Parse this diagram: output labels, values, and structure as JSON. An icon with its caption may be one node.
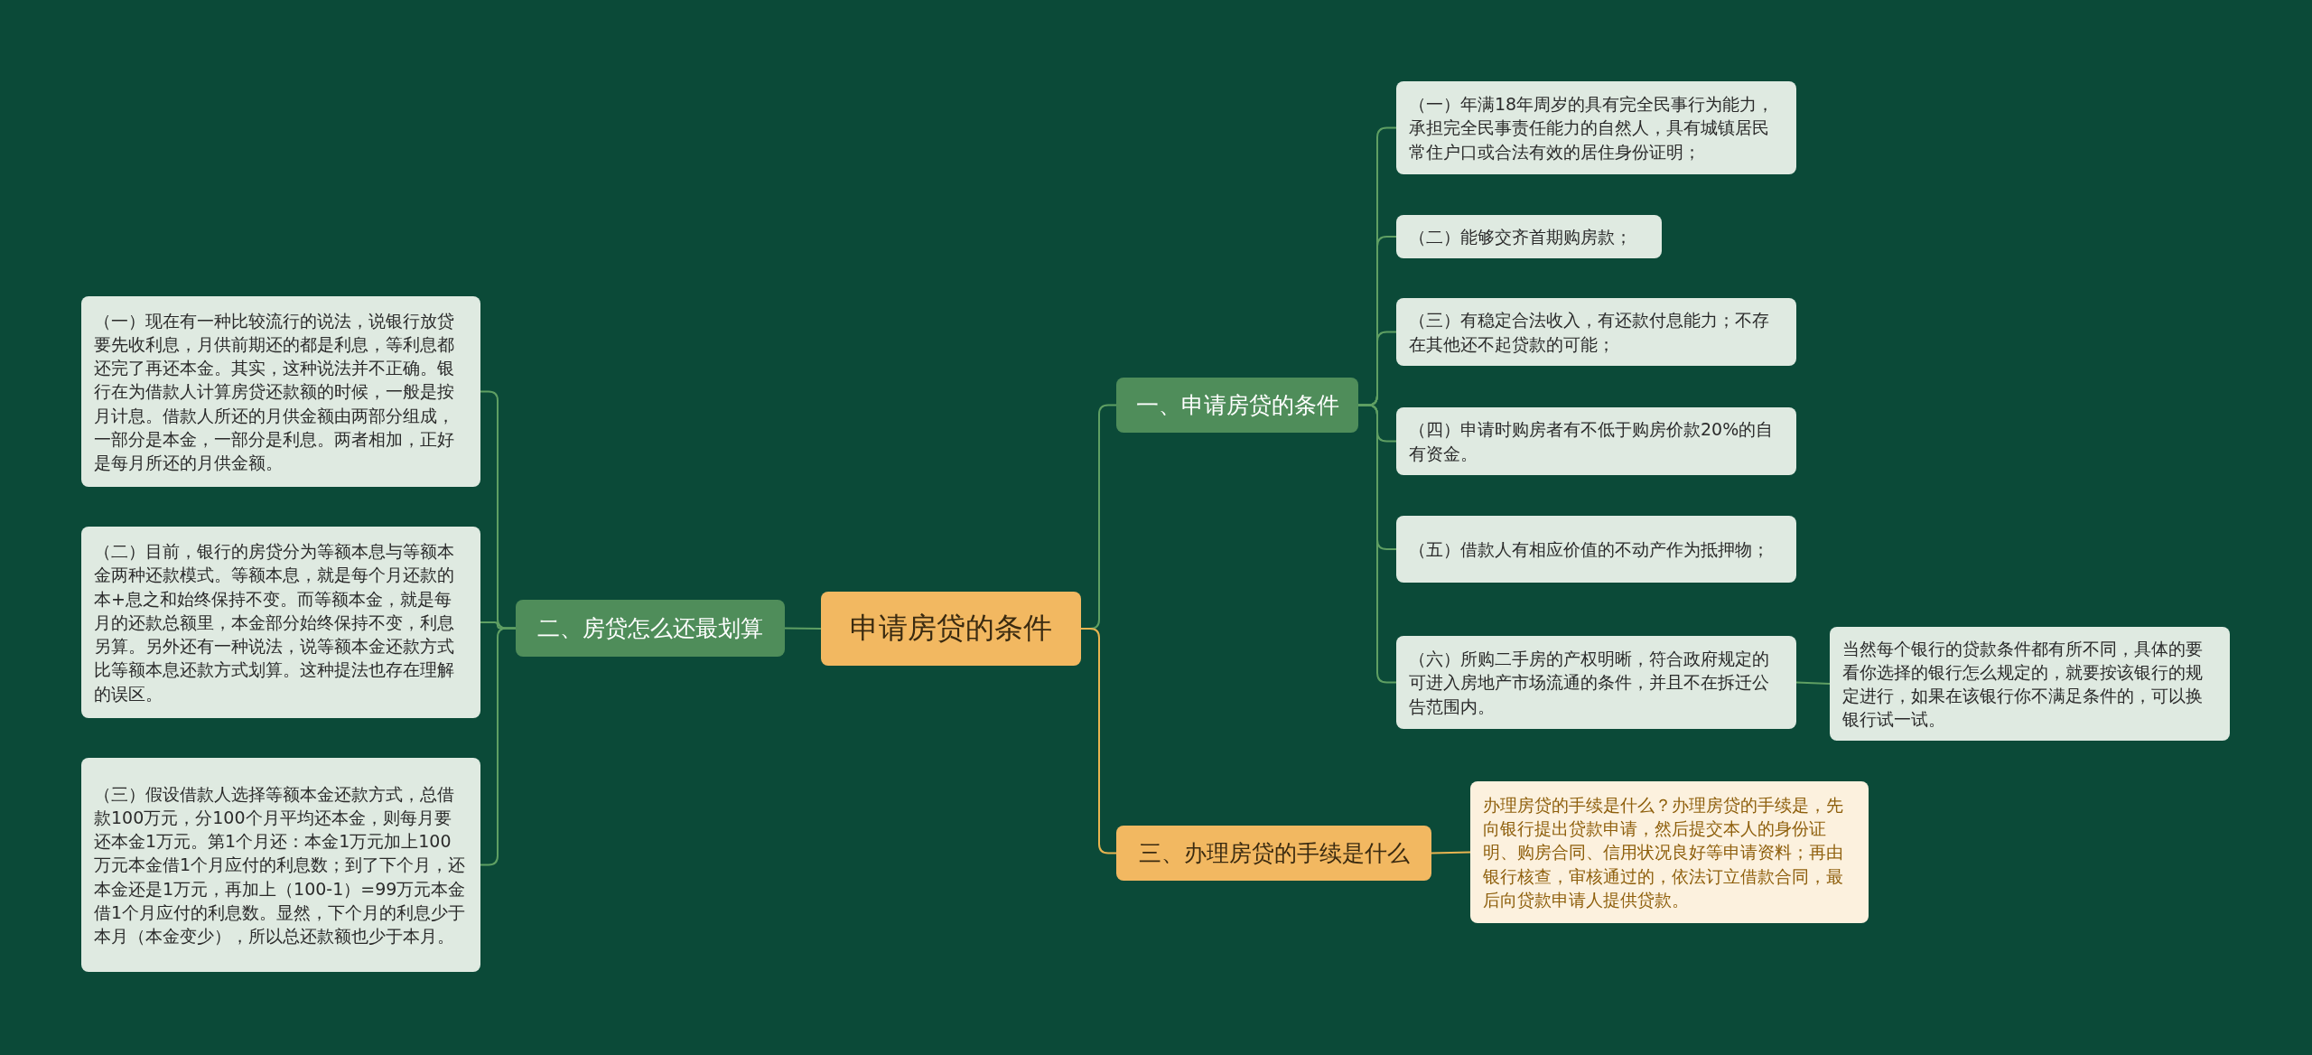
{
  "diagram": {
    "nodes": [
      {
        "text": [
          "申请房贷的条件"
        ]
      },
      {
        "text": [
          "一、申请房贷的条件"
        ]
      },
      {
        "text": [
          "（一）年满18年周岁的具有完全民事行为能力，承担完全民事责任能力的自然人，具有城镇居民常住户口或合法有效的居住身份证明；"
        ]
      },
      {
        "text": [
          "（二）能够交齐首期购房款；"
        ]
      },
      {
        "text": [
          "（三）有稳定合法收入，有还款付息能力；不存在其他还不起贷款的可能；"
        ]
      },
      {
        "text": [
          "（四）申请时购房者有不低于购房价款20%的自有资金。"
        ]
      },
      {
        "text": [
          "（五）借款人有相应价值的不动产作为抵押物；"
        ]
      },
      {
        "text": [
          "（六）所购二手房的产权明晰，符合政府规定的可进入房地产市场流通的条件，并且不在拆迁公告范围内。"
        ]
      },
      {
        "text": [
          "当然每个银行的贷款条件都有所不同，具体的要看你选择的银行怎么规定的，就要按该银行的规定进行，如果在该银行你不满足条件的，可以换银行试一试。"
        ]
      },
      {
        "text": [
          "三、办理房贷的手续是什么"
        ]
      },
      {
        "text": [
          "办理房贷的手续是什么？办理房贷的手续是，先向银行提出贷款申请，然后提交本人的身份证明、购房合同、信用状况良好等申请资料；再由银行核查，审核通过的，依法订立借款合同，最后向贷款申请人提供贷款。"
        ]
      },
      {
        "text": [
          "二、房贷怎么还最划算"
        ]
      },
      {
        "text": [
          "（一）现在有一种比较流行的说法，说银行放贷要先收利息，月供前期还的都是利息，等利息都还完了再还本金。其实，这种说法并不正确。银行在为借款人计算房贷还款额的时候，一般是按月计息。借款人所还的月供金额由两部分组成，一部分是本金，一部分是利息。两者相加，正好是每月所还的月供金额。"
        ]
      },
      {
        "text": [
          "（二）目前，银行的房贷分为等额本息与等额本金两种还款模式。等额本息，就是每个月还款的本+息之和始终保持不变。而等额本金，就是每月的还款总额里，本金部分始终保持不变，利息另算。另外还有一种说法，说等额本金还款方式比等额本息还款方式划算。这种提法也存在理解的误区。"
        ]
      },
      {
        "text": [
          "（三）假设借款人选择等额本金还款方式，总借款100万元，分100个月平均还本金，则每月要还本金1万元。第1个月还：本金1万元加上100万元本金借1个月应付的利息数；到了下个月，还本金还是1万元，再加上（100-1）=99万元本金借1个月应付的利息数。显然，下个月的利息少于本月（本金变少），所以总还款额也少于本月。"
        ]
      }
    ],
    "edges": [
      {
        "from": 0,
        "to": 1,
        "arrow": "none"
      },
      {
        "from": 1,
        "to": 2,
        "arrow": "none"
      },
      {
        "from": 1,
        "to": 3,
        "arrow": "none"
      },
      {
        "from": 1,
        "to": 4,
        "arrow": "none"
      },
      {
        "from": 1,
        "to": 5,
        "arrow": "none"
      },
      {
        "from": 1,
        "to": 6,
        "arrow": "none"
      },
      {
        "from": 1,
        "to": 7,
        "arrow": "none"
      },
      {
        "from": 7,
        "to": 8,
        "arrow": "none"
      },
      {
        "from": 0,
        "to": 9,
        "arrow": "none",
        "color": "#e8b450"
      },
      {
        "from": 9,
        "to": 10,
        "arrow": "none",
        "color": "#e8b450"
      },
      {
        "from": 0,
        "to": 11,
        "arrow": "none"
      },
      {
        "from": 11,
        "to": 12,
        "arrow": "none"
      },
      {
        "from": 11,
        "to": 13,
        "arrow": "none"
      },
      {
        "from": 11,
        "to": 14,
        "arrow": "none"
      }
    ]
  }
}
